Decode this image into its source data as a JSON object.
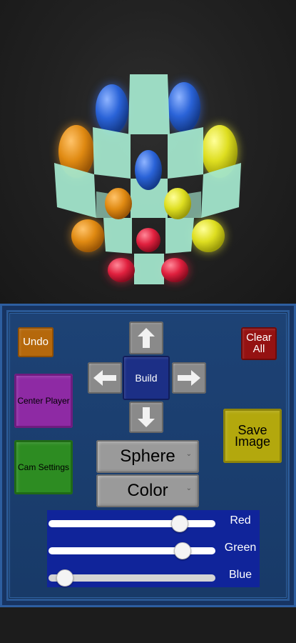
{
  "scene": {
    "tile_color": "#a6ead0",
    "sphere_colors": {
      "blue": "#2a63d8",
      "orange": "#e08a12",
      "yellow": "#dede20",
      "red": "#e0203e"
    }
  },
  "controls": {
    "undo_label": "Undo",
    "clear_label": "Clear All",
    "center_player_label": "Center Player",
    "cam_settings_label": "Cam Settings",
    "save_image_label": "Save Image",
    "build_label": "Build",
    "shape_dropdown_value": "Sphere",
    "color_dropdown_value": "Color"
  },
  "sliders": [
    {
      "label": "Red",
      "value": 0.82
    },
    {
      "label": "Green",
      "value": 0.84
    },
    {
      "label": "Blue",
      "value": 0.05
    }
  ],
  "icons": {
    "up": "arrow-up-icon",
    "down": "arrow-down-icon",
    "left": "arrow-left-icon",
    "right": "arrow-right-icon",
    "chevron": "chevron-down-icon"
  }
}
